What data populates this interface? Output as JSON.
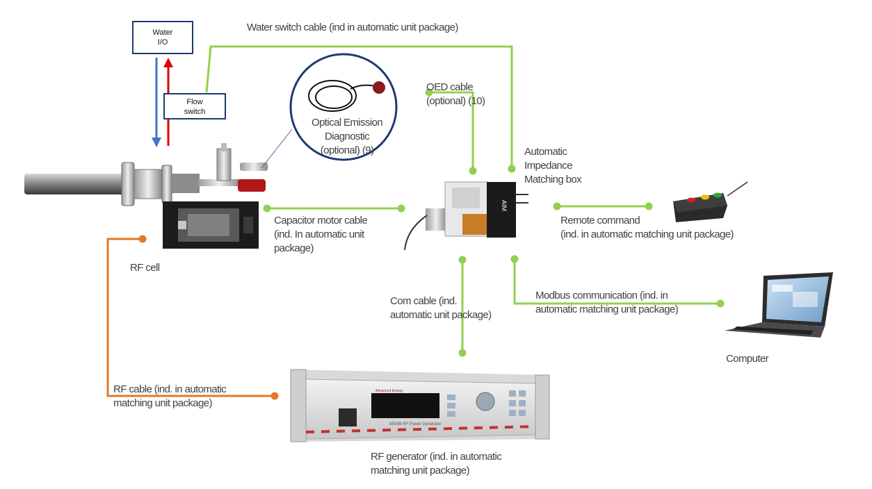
{
  "boxes": {
    "water_io": "Water\nI/O",
    "flow_switch": "Flow\nswitch"
  },
  "labels": {
    "water_switch_cable": "Water switch cable (ind in automatic unit package)",
    "oed_cable": "OED cable\n(optional) (10)",
    "optical_emission": "Optical Emission\nDiagnostic\n(optional) (9)",
    "matching_box": "Automatic\nImpedance\nMatching box",
    "capacitor_cable": "Capacitor motor cable\n(ind. In automatic unit\npackage)",
    "remote_command": "Remote command\n(ind. in automatic matching unit package)",
    "rf_cell": "RF cell",
    "modbus": "Modbus communication (ind. in\nautomatic matching unit package)",
    "com_cable": "Com cable (ind.\nautomatic unit package)",
    "computer": "Computer",
    "rf_cable": "RF cable (ind. in automatic\nmatching unit package)",
    "rf_generator": "RF generator (ind. in automatic\nmatching unit package)"
  },
  "device_text": {
    "aim_label": "AIM",
    "generator_model": "6554B RF Power Generator",
    "generator_brand": "Advanced Energy"
  },
  "colors": {
    "green_cable": "#92d050",
    "orange_cable": "#e87722",
    "box_border": "#1f3a6e",
    "flow_in": "#4472c4",
    "flow_out": "#e00000"
  }
}
